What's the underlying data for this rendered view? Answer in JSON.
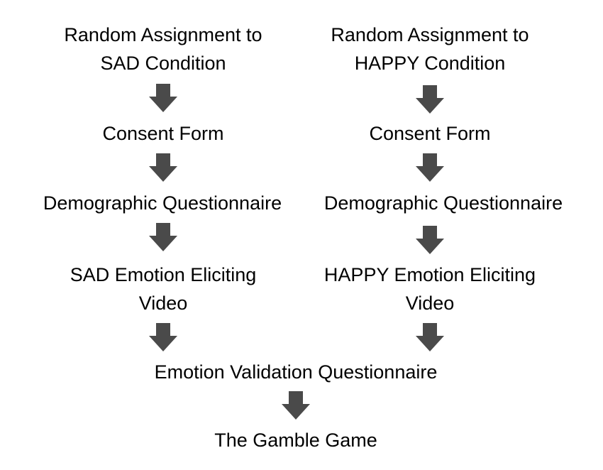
{
  "left_column": {
    "step1": [
      "Random Assignment to",
      "SAD Condition"
    ],
    "step2": "Consent Form",
    "step3": "Demographic Questionnaire",
    "step4": [
      "SAD Emotion Eliciting",
      "Video"
    ]
  },
  "right_column": {
    "step1": [
      "Random Assignment to",
      "HAPPY Condition"
    ],
    "step2": "Consent Form",
    "step3": "Demographic Questionnaire",
    "step4": [
      "HAPPY Emotion Eliciting",
      "Video"
    ]
  },
  "merged": {
    "step5": "Emotion Validation Questionnaire",
    "step6": "The Gamble Game"
  },
  "colors": {
    "arrow": "#4a4a4a",
    "text": "#000000"
  },
  "icons": {
    "arrow": "down-arrow-icon"
  }
}
